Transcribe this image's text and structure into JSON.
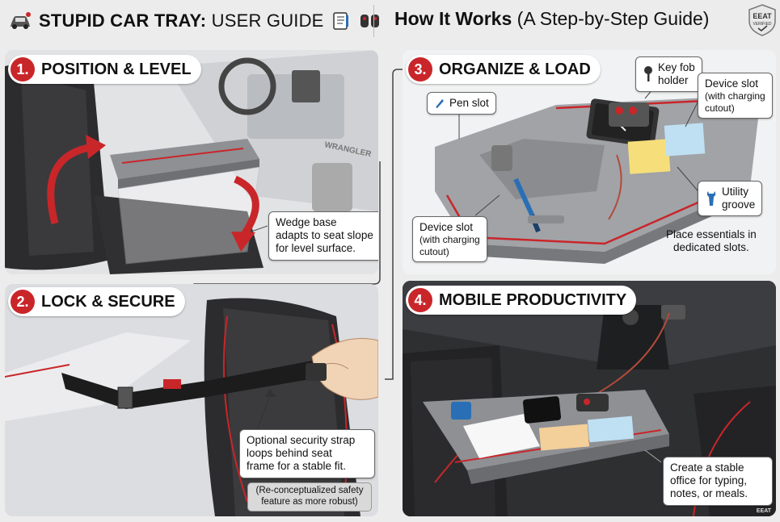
{
  "header": {
    "title_bold": "STUPID CAR TRAY:",
    "title_thin": " USER GUIDE",
    "how_bold": "How It Works",
    "how_thin": " (A Step-by-Step Guide)",
    "badge_line1": "EEAT",
    "badge_line2": "VERIFIED"
  },
  "steps": [
    {
      "num": "1.",
      "label": "POSITION & LEVEL"
    },
    {
      "num": "2.",
      "label": "LOCK & SECURE"
    },
    {
      "num": "3.",
      "label": "ORGANIZE & LOAD"
    },
    {
      "num": "4.",
      "label": "MOBILE PRODUCTIVITY"
    }
  ],
  "callouts": {
    "wedge_line1": "Wedge base",
    "wedge_line2": "adapts to seat slope",
    "wedge_line3": "for level surface.",
    "strap_line1": "Optional security strap",
    "strap_line2": "loops behind seat",
    "strap_line3": "frame for a stable fit.",
    "strap_note_line1": "(Re-conceptualized safety",
    "strap_note_line2": "feature as more robust)",
    "pen": "Pen slot",
    "keyfob_line1": "Key fob",
    "keyfob_line2": "holder",
    "device_top_line1": "Device slot",
    "device_top_line2": "(with charging",
    "device_top_line3": "cutout)",
    "device_bottom_line1": "Device slot",
    "device_bottom_line2": "(with charging",
    "device_bottom_line3": "cutout)",
    "utility_line1": "Utility",
    "utility_line2": "groove",
    "essentials_line1": "Place essentials in",
    "essentials_line2": "dedicated slots.",
    "office_line1": "Create a stable",
    "office_line2": "office for typing,",
    "office_line3": "notes, or meals."
  },
  "scene": {
    "dashboard_brand": "WRANGLER",
    "footer_badge": "EEAT"
  },
  "colors": {
    "accent_red": "#c9262a",
    "panel_light": "#dfe1e3",
    "panel_dark": "#3a3b3d",
    "tray_gray": "#8e9094"
  }
}
